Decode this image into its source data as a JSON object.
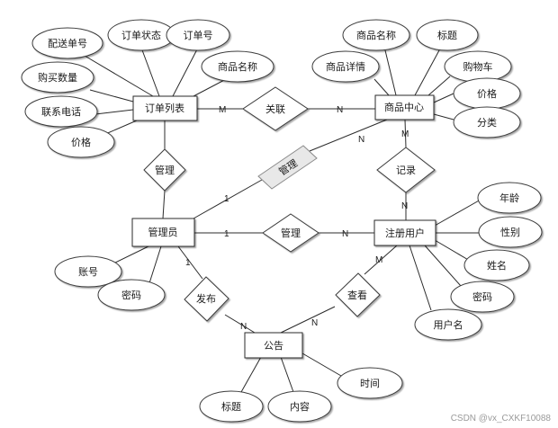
{
  "entities": {
    "order_list": "订单列表",
    "product_center": "商品中心",
    "admin": "管理员",
    "user": "注册用户",
    "notice": "公告"
  },
  "relationships": {
    "order_product": "关联",
    "admin_orders": "管理",
    "admin_products": "管理",
    "admin_users": "管理",
    "user_product": "记录",
    "admin_notice": "发布",
    "user_notice": "查看"
  },
  "attributes": {
    "order_list": [
      "配送单号",
      "订单状态",
      "订单号",
      "商品名称",
      "购买数量",
      "联系电话",
      "价格"
    ],
    "product_center": [
      "商品名称",
      "标题",
      "商品详情",
      "购物车",
      "价格",
      "分类"
    ],
    "admin": [
      "账号",
      "密码"
    ],
    "user": [
      "年龄",
      "性别",
      "姓名",
      "密码",
      "用户名"
    ],
    "notice": [
      "标题",
      "内容",
      "时间"
    ]
  },
  "cardinality": {
    "order_product_order": "M",
    "order_product_product": "N",
    "admin_products_admin": "1",
    "admin_products_product": "N",
    "admin_users_admin": "1",
    "admin_users_user": "N",
    "user_product_product": "M",
    "user_product_user": "N",
    "admin_notice_admin": "1",
    "admin_notice_notice": "N",
    "user_notice_user": "M",
    "user_notice_notice": "N"
  },
  "watermark": "CSDN @vx_CXKF10088"
}
